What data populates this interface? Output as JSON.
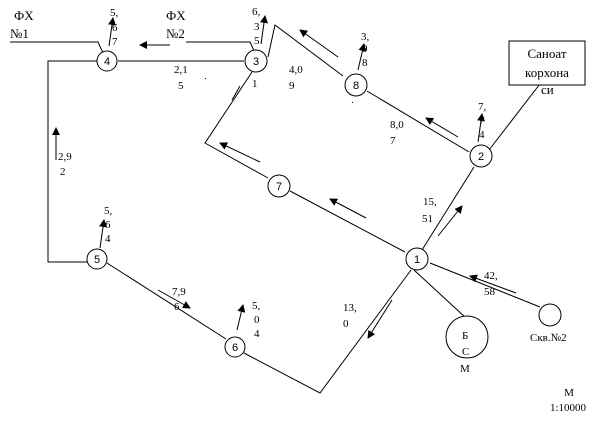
{
  "nodes": {
    "n1": "1",
    "n2": "2",
    "n3": "3",
    "n4": "4",
    "n5": "5",
    "n6": "6",
    "n7": "7",
    "n8": "8"
  },
  "stations": {
    "fh1_a": "ФХ",
    "fh1_b": "№1",
    "fh2_a": "ФХ",
    "fh2_b": "№2",
    "factory_a": "Саноат",
    "factory_b": "корхона",
    "factory_c": "си",
    "well": "Скв.№2",
    "bs_a": "Б",
    "bs_b": "С",
    "bs_c": "М"
  },
  "pressures": {
    "p4": [
      "5,",
      "6",
      "7"
    ],
    "p3": [
      "6,",
      "3",
      "5"
    ],
    "p8": [
      "3,",
      "9",
      "8"
    ],
    "p2": [
      "7,",
      "7",
      "4"
    ],
    "p5": [
      "5,",
      "6",
      "4"
    ],
    "p6": [
      "5,",
      "0",
      "4"
    ]
  },
  "flows": {
    "f43": [
      "2,1",
      "5"
    ],
    "f38": [
      "4,0",
      "9"
    ],
    "f3_1": "1",
    "f82": [
      "8,0",
      "7"
    ],
    "f45": [
      "2,9",
      "2"
    ],
    "f21": [
      "15,",
      "51"
    ],
    "f1w": [
      "42,",
      "58"
    ],
    "f56": [
      "7,9",
      "6"
    ],
    "f16": [
      "13,",
      "0"
    ]
  },
  "scale": {
    "m": "М",
    "ratio": "1:10000"
  }
}
